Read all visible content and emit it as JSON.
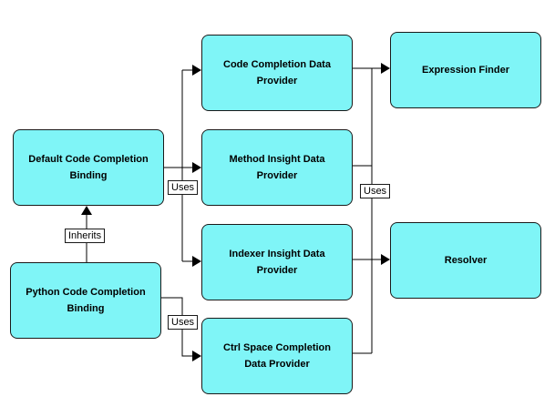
{
  "nodes": {
    "default_binding": "Default Code Completion Binding",
    "python_binding": "Python Code Completion Binding",
    "code_completion_provider": "Code Completion Data Provider",
    "method_insight_provider": "Method Insight Data Provider",
    "indexer_insight_provider": "Indexer Insight Data Provider",
    "ctrl_space_provider": "Ctrl Space Completion Data Provider",
    "expression_finder": "Expression Finder",
    "resolver": "Resolver"
  },
  "edge_labels": {
    "inherits": "Inherits",
    "uses_default": "Uses",
    "uses_python": "Uses",
    "uses_providers": "Uses"
  },
  "colors": {
    "node_fill": "#7ff5f7",
    "node_border": "#1a1a1a",
    "edge": "#000000"
  }
}
